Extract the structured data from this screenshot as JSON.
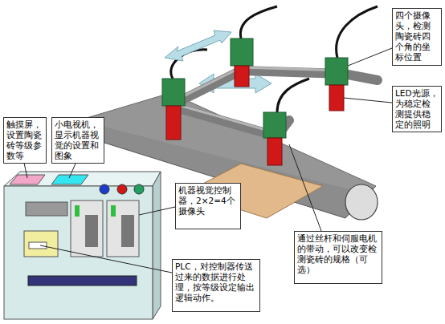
{
  "diagram": {
    "nodes": [
      {
        "text": [
          "四个摄像头，检测陶瓷砖四个角的坐标位置"
        ]
      },
      {
        "text": [
          "LED光源，为稳定检测提供稳定的照明"
        ]
      },
      {
        "text": [
          "触摸屏，设置陶瓷砖等级参数等"
        ]
      },
      {
        "text": [
          "小电视机，显示机器视觉的设置和图象"
        ]
      },
      {
        "text": [
          "机器视觉控制器，2×2=4个摄像头"
        ]
      },
      {
        "text": [
          "通过丝杆和伺服电机的带动，可以改变检测瓷砖的规格（可选）"
        ]
      },
      {
        "text": [
          "PLC，对控制器传送过来的数据进行处理，按等级设定输出逻辑动作。"
        ]
      }
    ]
  }
}
